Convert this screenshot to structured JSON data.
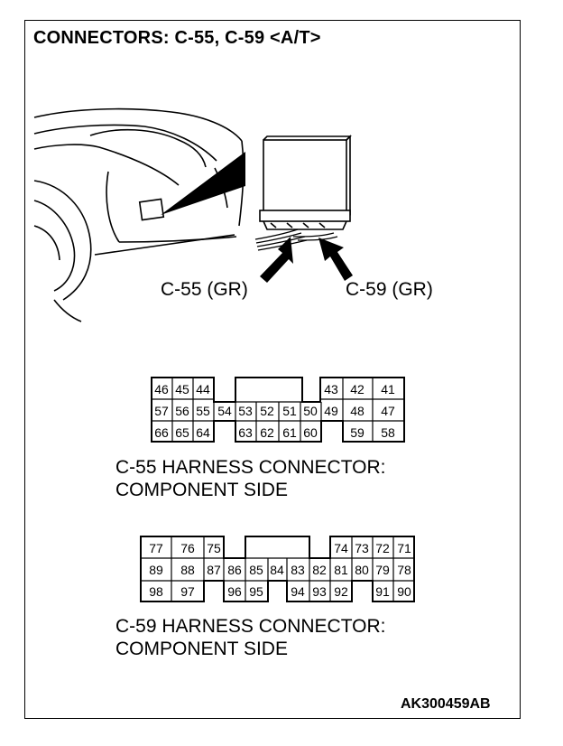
{
  "title": "CONNECTORS: C-55, C-59 <A/T>",
  "labels": {
    "c55": "C-55 (GR)",
    "c59": "C-59 (GR)"
  },
  "captions": {
    "c55_line1": "C-55 HARNESS CONNECTOR:",
    "c55_line2": "COMPONENT SIDE",
    "c59_line1": "C-59 HARNESS CONNECTOR:",
    "c59_line2": "COMPONENT SIDE"
  },
  "code": "AK300459AB",
  "c55_pins": {
    "row1": [
      "46",
      "45",
      "44",
      "43",
      "42",
      "41"
    ],
    "row2": [
      "57",
      "56",
      "55",
      "54",
      "53",
      "52",
      "51",
      "50",
      "49",
      "48",
      "47"
    ],
    "row3": [
      "66",
      "65",
      "64",
      "63",
      "62",
      "61",
      "60",
      "59",
      "58"
    ]
  },
  "c59_pins": {
    "row1": [
      "77",
      "76",
      "75",
      "74",
      "73",
      "72",
      "71"
    ],
    "row2": [
      "89",
      "88",
      "87",
      "86",
      "85",
      "84",
      "83",
      "82",
      "81",
      "80",
      "79",
      "78"
    ],
    "row3": [
      "98",
      "97",
      "96",
      "95",
      "94",
      "93",
      "92",
      "91",
      "90"
    ]
  }
}
